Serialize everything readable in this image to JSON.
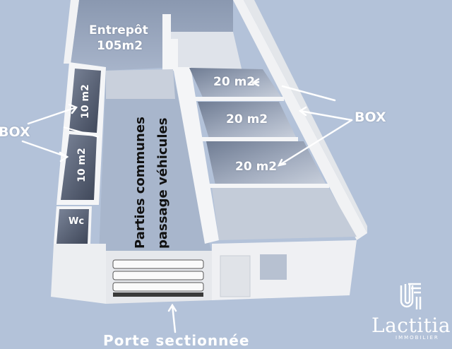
{
  "plan": {
    "warehouse": {
      "name": "Entrepôt",
      "area": "105m2"
    },
    "common_area": {
      "line1": "Parties communes",
      "line2": "passage véhicules"
    },
    "small_boxes": [
      {
        "area": "10 m2"
      },
      {
        "area": "10 m2"
      }
    ],
    "large_boxes": [
      {
        "area": "20 m2"
      },
      {
        "area": "20 m2"
      },
      {
        "area": "20 m2"
      }
    ],
    "wc": {
      "label": "Wc"
    },
    "box_callouts": {
      "left": "BOX",
      "right": "BOX"
    },
    "bottom_caption_partial": "Porte sectionnée"
  },
  "brand": {
    "name": "Lactitia",
    "tagline": "IMMOBILIER"
  },
  "colors": {
    "background": "#b3c2d9",
    "wall": "#eef0f3",
    "floor": "#a9b8cf",
    "box_floor": "#5d6a80",
    "label": "#ffffff",
    "label_dark": "#111111"
  }
}
